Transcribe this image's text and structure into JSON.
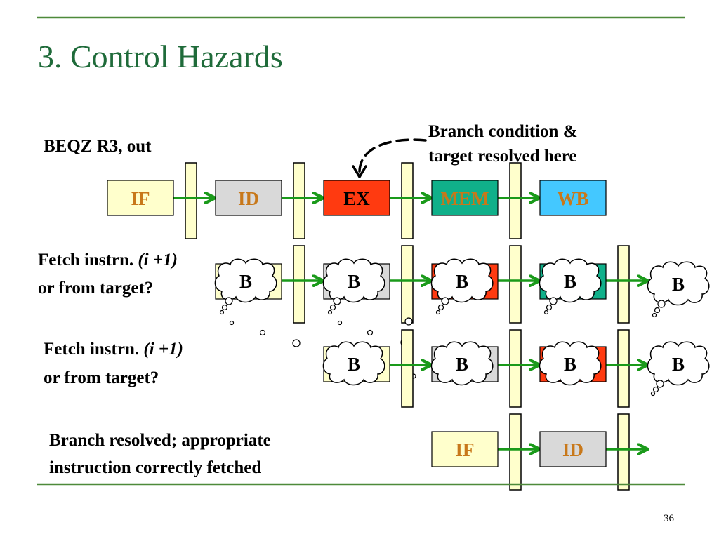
{
  "title": "3. Control Hazards",
  "instruction": "BEQZ  R3, out",
  "annotation": {
    "line1": "Branch condition  &",
    "line2": "target resolved here"
  },
  "stages": {
    "if": "IF",
    "id": "ID",
    "ex": "EX",
    "mem": "MEM",
    "wb": "WB"
  },
  "bubble_label": "B",
  "fetch_question_1": {
    "line1_prefix": "Fetch  instrn. ",
    "line1_italic": "(i +1)",
    "line2": "or from target?"
  },
  "fetch_question_2": {
    "line1_prefix": "Fetch  instrn. ",
    "line1_italic": "(i +1)",
    "line2": "or from target?"
  },
  "resolved_note": {
    "line1": "Branch resolved; appropriate",
    "line2": "instruction correctly fetched"
  },
  "page_number": "36",
  "colors": {
    "title": "#1f6b3a",
    "rule": "#4e8a3a",
    "arrow": "#1a9a1a",
    "stage_text": "#c8781a",
    "if_fill": "#ffffcc",
    "id_fill": "#d9d9d9",
    "ex_fill": "#ff3a10",
    "mem_fill": "#10b08a",
    "wb_fill": "#44c8ff",
    "latch_fill": "#ffffcc"
  }
}
